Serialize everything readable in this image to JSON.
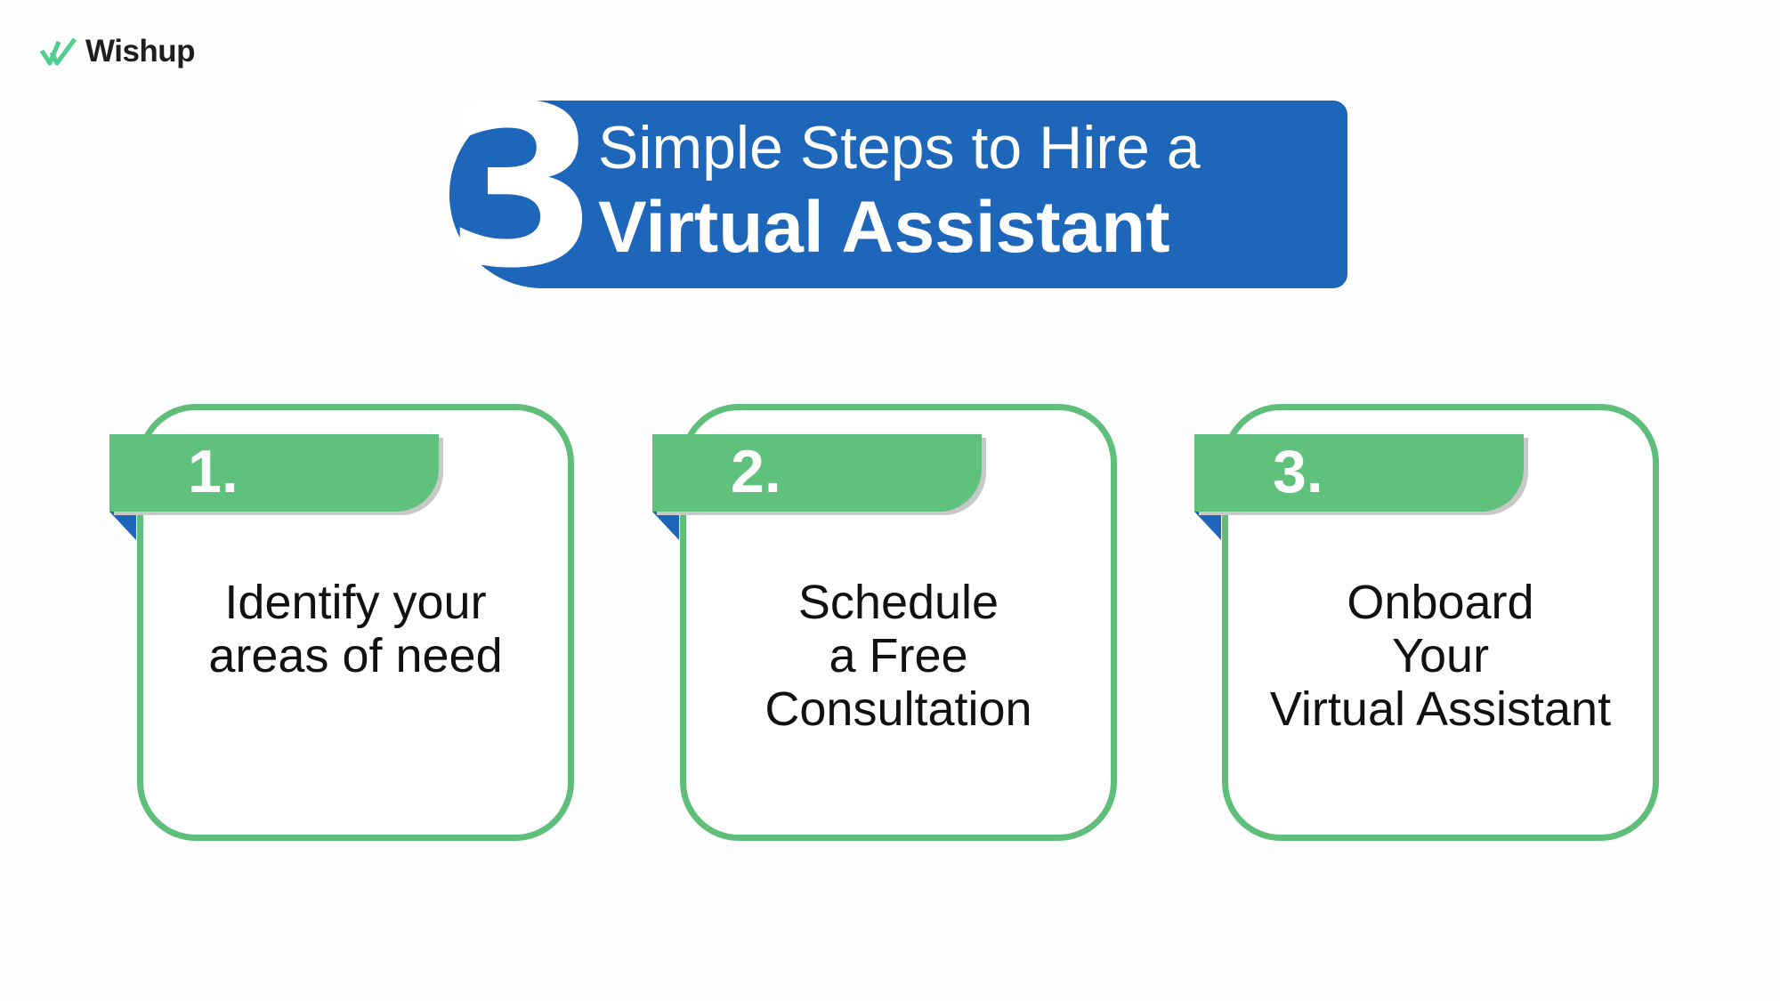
{
  "logo": {
    "text": "Wishup",
    "icon": "double-check-icon",
    "icon_color": "#4fce8e"
  },
  "banner": {
    "number": "3",
    "line1": "Simple Steps to Hire a",
    "line2": "Virtual Assistant",
    "color": "#1d66b9"
  },
  "steps": [
    {
      "number": "1.",
      "lines": [
        "Identify your",
        "areas of need"
      ]
    },
    {
      "number": "2.",
      "lines": [
        "Schedule",
        "a Free",
        "Consultation"
      ]
    },
    {
      "number": "3.",
      "lines": [
        "Onboard",
        "Your",
        "Virtual Assistant"
      ]
    }
  ],
  "colors": {
    "green": "#5fbf7a",
    "blue": "#1d66b9"
  }
}
